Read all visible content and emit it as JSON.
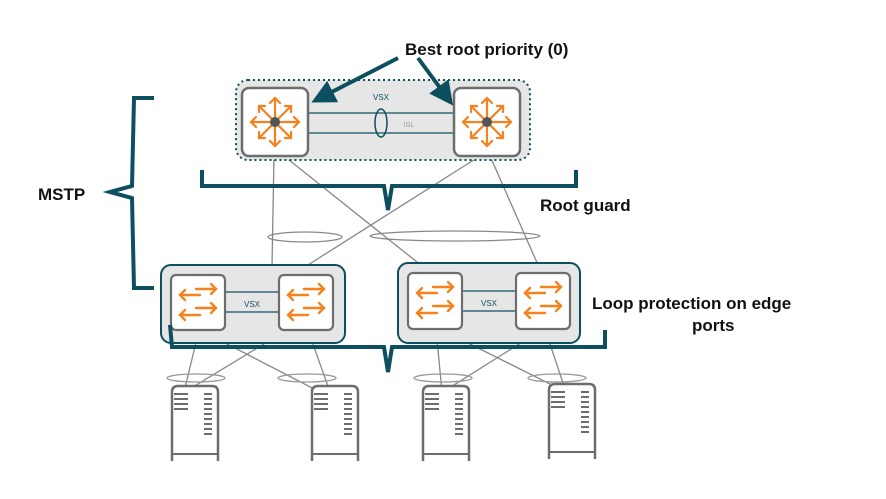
{
  "labels": {
    "best_root": "Best root priority (0)",
    "mstp": "MSTP",
    "root_guard": "Root guard",
    "loop_protection_line1": "Loop protection on edge",
    "loop_protection_line2": "ports"
  },
  "core": {
    "vsx_label": "VSX",
    "isl_label": "ISL"
  },
  "access": [
    {
      "vsx_label": "VSX"
    },
    {
      "vsx_label": "VSX"
    }
  ],
  "colors": {
    "accent": "#0d4f5f",
    "switch_icon": "#f5821f",
    "box_fill": "#e6e6e6",
    "device_border": "#6d6d6d",
    "link": "#888888"
  }
}
